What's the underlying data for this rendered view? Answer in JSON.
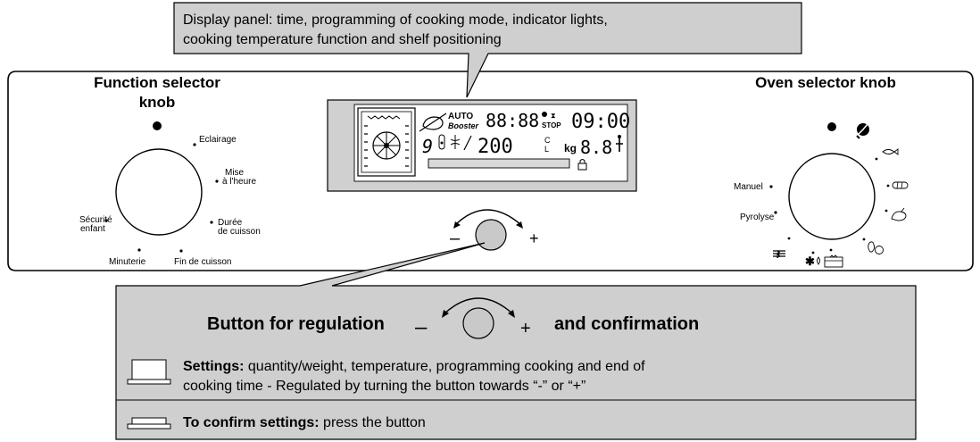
{
  "callouts": {
    "display_line1": "Display panel: time, programming of cooking mode, indicator lights,",
    "display_line2": "cooking temperature function and shelf positioning",
    "function_knob_line1": "Function selector",
    "function_knob_line2": "knob",
    "oven_knob": "Oven selector knob"
  },
  "function_knob_labels": {
    "eclairage": "Eclairage",
    "mise_line1": "Mise",
    "mise_line2": "à l'heure",
    "duree_line1": "Durée",
    "duree_line2": "de cuisson",
    "fin": "Fin de cuisson",
    "minuterie": "Minuterie",
    "securite_line1": "Sécurité",
    "securite_line2": "enfant"
  },
  "oven_knob_labels": {
    "manuel": "Manuel",
    "pyrolyse": "Pyrolyse"
  },
  "display": {
    "auto": "AUTO",
    "booster": "Booster",
    "clock1": "88:88",
    "stop": "STOP",
    "clock2": "09:00",
    "temperature": "200",
    "unit_c": "C",
    "unit_l": "L",
    "kg": "kg",
    "weight": "8.8",
    "digit": "9"
  },
  "regulation_button": {
    "minus": "–",
    "plus": "+"
  },
  "legend": {
    "heading_left": "Button for regulation",
    "heading_right": "and confirmation",
    "minus": "–",
    "plus": "+",
    "settings_bold": "Settings:",
    "settings_text_line1": " quantity/weight, temperature, programming cooking and end of",
    "settings_text_line2": "cooking time - Regulated by turning the button towards “-” or “+”",
    "confirm_bold": "To confirm settings:",
    "confirm_text": " press the button"
  }
}
